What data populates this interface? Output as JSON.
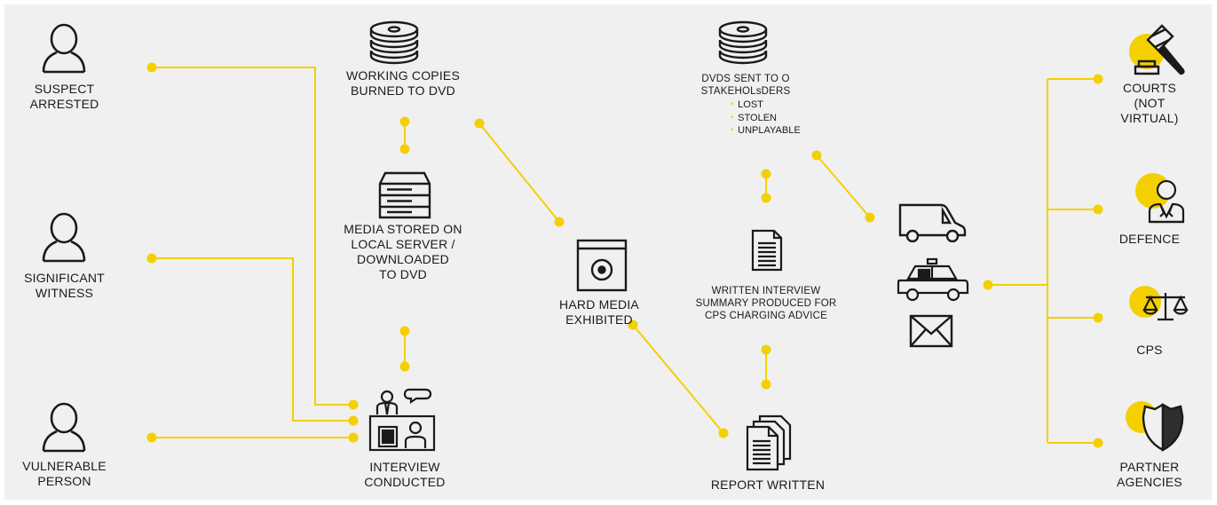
{
  "colors": {
    "background": "#f0f0f0",
    "accent": "#f4d000",
    "ink": "#1a1a1a"
  },
  "nodes": {
    "suspect": {
      "line1": "SUSPECT",
      "line2": "ARRESTED",
      "icon": "person-icon"
    },
    "witness": {
      "line1": "SIGNIFICANT",
      "line2": "WITNESS",
      "icon": "person-icon"
    },
    "vulnerable": {
      "line1": "VULNERABLE",
      "line2": "PERSON",
      "icon": "person-icon"
    },
    "interview": {
      "line1": "INTERVIEW",
      "line2": "CONDUCTED",
      "icon": "interview-room-icon"
    },
    "working_copies": {
      "line1": "WORKING COPIES",
      "line2": "BURNED TO DVD",
      "icon": "dvd-stack-icon"
    },
    "local_server": {
      "line1": "MEDIA STORED ON",
      "line2": "LOCAL SERVER /",
      "line3": "DOWNLOADED",
      "line4": "TO DVD",
      "icon": "server-icon"
    },
    "hard_media": {
      "line1": "HARD MEDIA",
      "line2": "EXHIBITED",
      "icon": "dvd-case-icon"
    },
    "dvds_sent": {
      "line1": "DVDS SENT TO O",
      "line2": "STAKEHOLsDERS",
      "bullets": [
        "LOST",
        "STOLEN",
        "UNPLAYABLE"
      ],
      "icon": "dvd-stack-icon"
    },
    "written_summary": {
      "line1": "WRITTEN INTERVIEW",
      "line2": "SUMMARY PRODUCED FOR",
      "line3": "CPS CHARGING ADVICE",
      "icon": "document-icon"
    },
    "report": {
      "line1": "REPORT WRITTEN",
      "icon": "documents-stack-icon"
    },
    "transport": {
      "icons": [
        "van-icon",
        "police-car-icon",
        "envelope-icon"
      ]
    },
    "courts": {
      "line1": "COURTS",
      "line2": "(NOT",
      "line3": "VIRTUAL)",
      "icon": "gavel-icon"
    },
    "defence": {
      "line1": "DEFENCE",
      "icon": "lawyer-icon"
    },
    "cps": {
      "line1": "CPS",
      "icon": "scales-icon"
    },
    "partner": {
      "line1": "PARTNER",
      "line2": "AGENCIES",
      "icon": "shield-icon"
    }
  }
}
